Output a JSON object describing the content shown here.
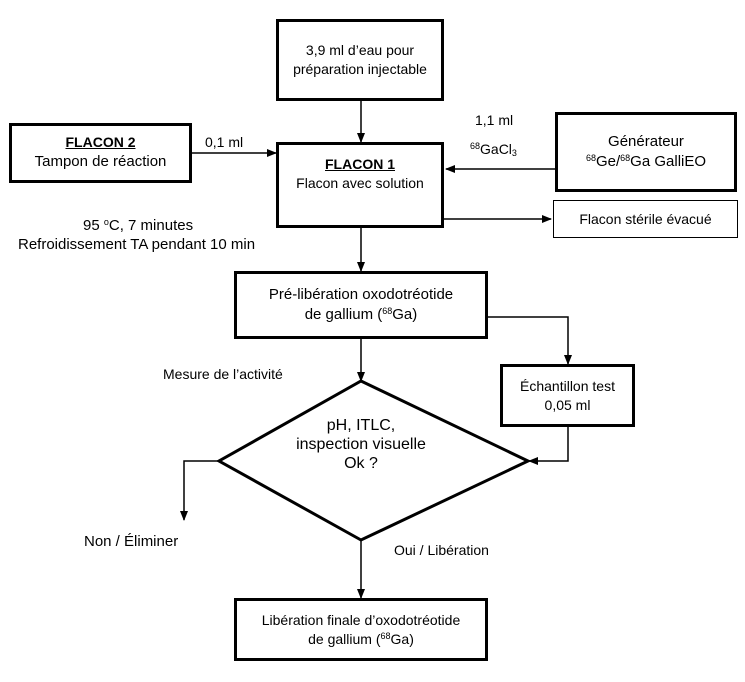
{
  "water": {
    "line1": "3,9 ml d’eau pour",
    "line2": "préparation injectable"
  },
  "flacon2": {
    "title": "FLACON 2",
    "text": "Tampon de réaction"
  },
  "flacon1": {
    "title": "FLACON 1",
    "text": "Flacon avec solution"
  },
  "generator": {
    "line1": "Générateur",
    "sup1": "68",
    "mid": "Ge/",
    "sup2": "68",
    "end": "Ga GalliEO"
  },
  "sterile": {
    "text": "Flacon stérile évacué"
  },
  "labels": {
    "vol_01": "0,1 ml",
    "vol_11": "1,1 ml",
    "gacl_sup": "68",
    "gacl_main": "GaCl",
    "gacl_sub": "3",
    "heat_pre": "95 ",
    "heat_deg": "o",
    "heat_post": "C, 7 minutes",
    "cooling": "Refroidissement TA pendant 10 min",
    "activity": "Mesure de l’activité",
    "no": "Non / Éliminer",
    "yes": "Oui / Libération"
  },
  "prerelease": {
    "line1": "Pré-libération oxodotréotide",
    "line2_pre": "de gallium (",
    "sup": "68",
    "line2_post": "Ga)"
  },
  "sample": {
    "line1": "Échantillon test",
    "line2": "0,05 ml"
  },
  "decision": {
    "line1": "pH, ITLC,",
    "line2": "inspection visuelle",
    "line3": "Ok ?"
  },
  "final": {
    "line1": "Libération finale d’oxodotréotide",
    "line2_pre": "de gallium (",
    "sup": "68",
    "line2_post": "Ga)"
  }
}
